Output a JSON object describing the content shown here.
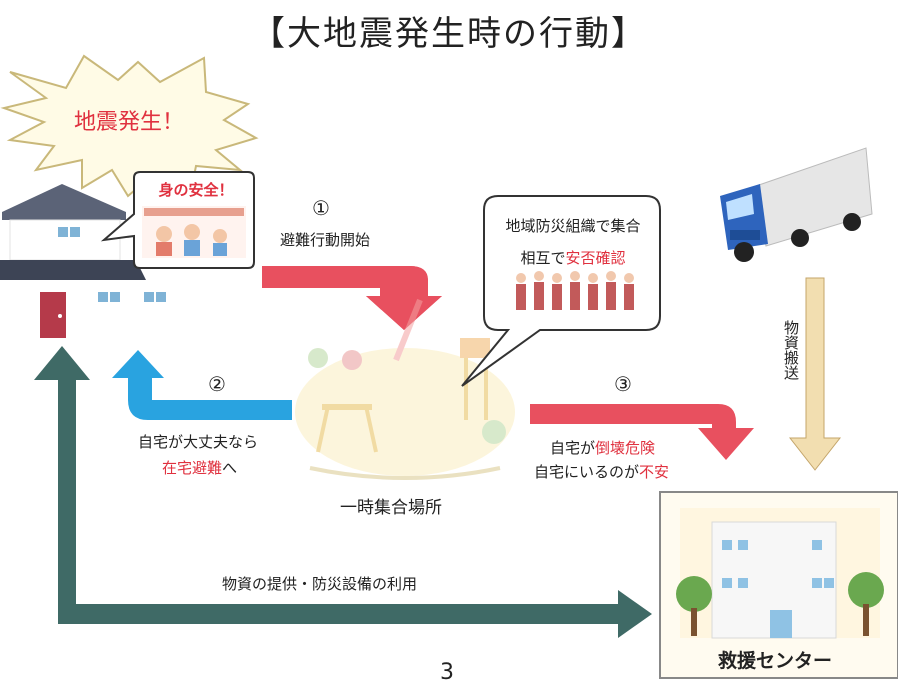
{
  "title": "【大地震発生時の行動】",
  "colors": {
    "red_arrow": "#e8505f",
    "blue_arrow": "#29a3e0",
    "teal_arrow": "#3f6a66",
    "supply_arrow": "#f2deb0",
    "highlight_text": "#e0313f"
  },
  "burst": {
    "text": "地震発生！"
  },
  "house": {
    "bubble_text": "身の安全！"
  },
  "step1": {
    "num": "①",
    "text": "避難行動開始"
  },
  "assembly": {
    "bubble_line1": "地域防災組織で集合",
    "bubble_line2_prefix": "相互で",
    "bubble_line2_highlight": "安否確認",
    "place_label": "一時集合場所"
  },
  "step2": {
    "num": "②",
    "line1": "自宅が大丈夫なら",
    "line2_highlight": "在宅避難",
    "line2_suffix": "へ"
  },
  "step3": {
    "num": "③",
    "line1_prefix": "自宅が",
    "line1_highlight": "倒壊危険",
    "line2_prefix": "自宅にいるのが",
    "line2_highlight": "不安"
  },
  "supply": {
    "text": "物資搬送"
  },
  "bottom_arrow": {
    "text": "物資の提供・防災設備の利用"
  },
  "center": {
    "label": "救援センター"
  },
  "page_number": "3"
}
